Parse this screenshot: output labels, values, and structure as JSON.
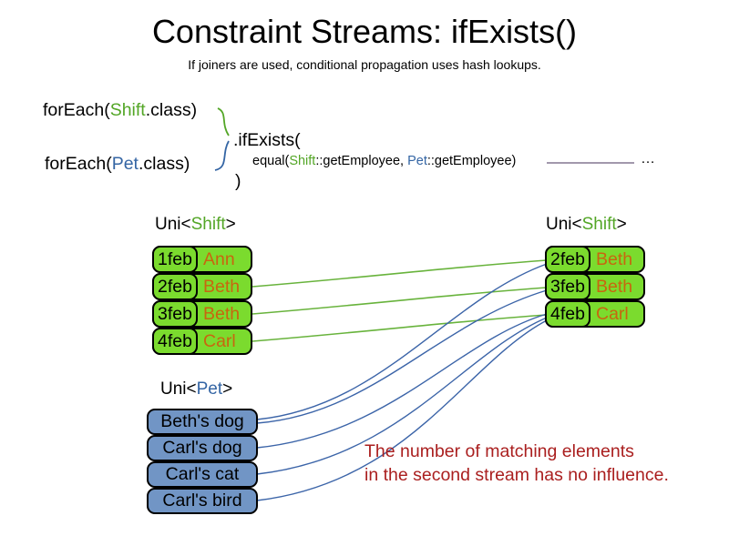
{
  "slide": {
    "title": "Constraint Streams: ifExists()",
    "subtitle": "If joiners are used, conditional propagation uses hash lookups."
  },
  "code": {
    "foreach_shift": {
      "pre": "forEach(",
      "cls": "Shift",
      "post": ".class)"
    },
    "foreach_pet": {
      "pre": "forEach(",
      "cls": "Pet",
      "post": ".class)"
    },
    "if_exists": ".ifExists(",
    "equal": {
      "pre": "equal(",
      "shift": "Shift",
      "mid": "::getEmployee, ",
      "pet": "Pet",
      "post": "::getEmployee)"
    },
    "close_paren": ")",
    "ellipsis": "…"
  },
  "left_shift": {
    "label": {
      "pre": "Uni<",
      "cls": "Shift",
      "post": ">"
    },
    "rows": [
      {
        "date": "1feb",
        "name": "Ann"
      },
      {
        "date": "2feb",
        "name": "Beth"
      },
      {
        "date": "3feb",
        "name": "Beth"
      },
      {
        "date": "4feb",
        "name": "Carl"
      }
    ]
  },
  "right_shift": {
    "label": {
      "pre": "Uni<",
      "cls": "Shift",
      "post": ">"
    },
    "rows": [
      {
        "date": "2feb",
        "name": "Beth"
      },
      {
        "date": "3feb",
        "name": "Beth"
      },
      {
        "date": "4feb",
        "name": "Carl"
      }
    ]
  },
  "pets": {
    "label": {
      "pre": "Uni<",
      "cls": "Pet",
      "post": ">"
    },
    "rows": [
      "Beth's dog",
      "Carl's dog",
      "Carl's cat",
      "Carl's bird"
    ]
  },
  "note": {
    "line1": "The number of matching elements",
    "line2": "in the second stream has no influence."
  },
  "connections": {
    "green_shift_to_shift": [
      "left 2feb Beth → right 2feb Beth",
      "left 3feb Beth → right 3feb Beth",
      "left 4feb Carl → right 4feb Carl"
    ],
    "blue_pet_to_shift": [
      "Beth's dog → 2feb Beth",
      "Beth's dog → 3feb Beth",
      "Carl's dog → 4feb Carl",
      "Carl's cat → 4feb Carl",
      "Carl's bird → 4feb Carl"
    ]
  },
  "colors": {
    "class-green": "#53a626",
    "class-blue": "#3465a4",
    "shift-fill": "#7bdb2e",
    "pet-fill": "#7195c5",
    "name-orange": "#c8660f",
    "edge-green": "#68b33c",
    "edge-blue": "#3b64a8",
    "join-line": "#6b5b7b",
    "note-red": "#aa1f1f"
  }
}
